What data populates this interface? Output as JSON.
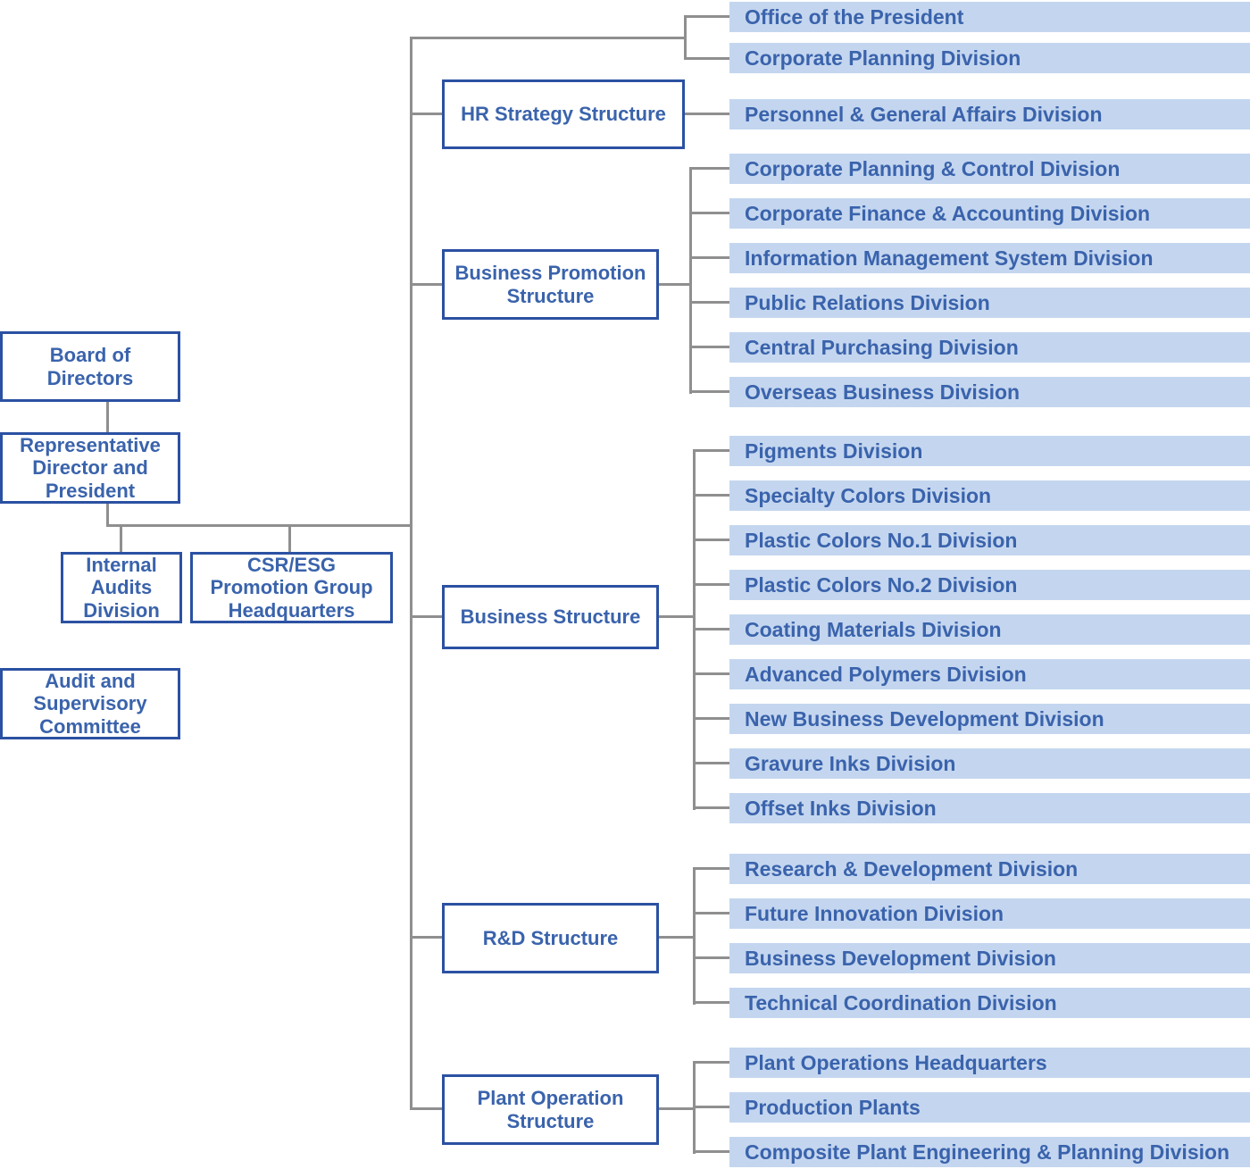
{
  "left": {
    "board_of_directors": "Board of\nDirectors",
    "representative_director": "Representative\nDirector and\nPresident",
    "internal_audits": "Internal\nAudits\nDivision",
    "csr_esg": "CSR/ESG\nPromotion Group\nHeadquarters",
    "audit_supervisory": "Audit and\nSupervisory\nCommittee"
  },
  "direct_reports": [
    "Office of the President",
    "Corporate Planning Division"
  ],
  "structures": {
    "hr": {
      "label": "HR Strategy Structure",
      "divisions": [
        "Personnel & General Affairs Division"
      ]
    },
    "business_promotion": {
      "label": "Business Promotion\nStructure",
      "divisions": [
        "Corporate Planning & Control Division",
        "Corporate Finance & Accounting Division",
        "Information Management System Division",
        "Public Relations Division",
        "Central Purchasing Division",
        "Overseas Business Division"
      ]
    },
    "business": {
      "label": "Business Structure",
      "divisions": [
        "Pigments Division",
        "Specialty Colors Division",
        "Plastic Colors No.1 Division",
        "Plastic Colors No.2 Division",
        "Coating Materials Division",
        "Advanced Polymers Division",
        "New Business Development Division",
        "Gravure Inks Division",
        "Offset Inks Division"
      ]
    },
    "rd": {
      "label": "R&D Structure",
      "divisions": [
        "Research & Development Division",
        "Future Innovation Division",
        "Business Development Division",
        "Technical Coordination Division"
      ]
    },
    "plant": {
      "label": "Plant Operation\nStructure",
      "divisions": [
        "Plant Operations Headquarters",
        "Production Plants",
        "Composite Plant Engineering & Planning Division"
      ]
    }
  },
  "colors": {
    "bar_fill": "#c4d6ef",
    "text_blue": "#3a63ac",
    "box_border": "#2b51a2",
    "connector_gray": "#8f8f8f",
    "background": "#ffffff"
  }
}
